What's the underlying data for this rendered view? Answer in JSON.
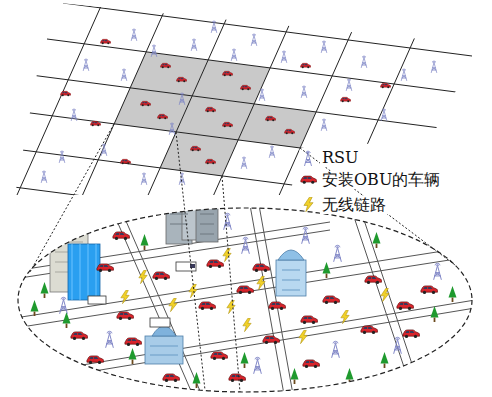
{
  "diagram": {
    "legend": [
      {
        "text": "RSU"
      },
      {
        "text": "安装OBU的车辆"
      },
      {
        "text": "无线链路"
      }
    ]
  }
}
